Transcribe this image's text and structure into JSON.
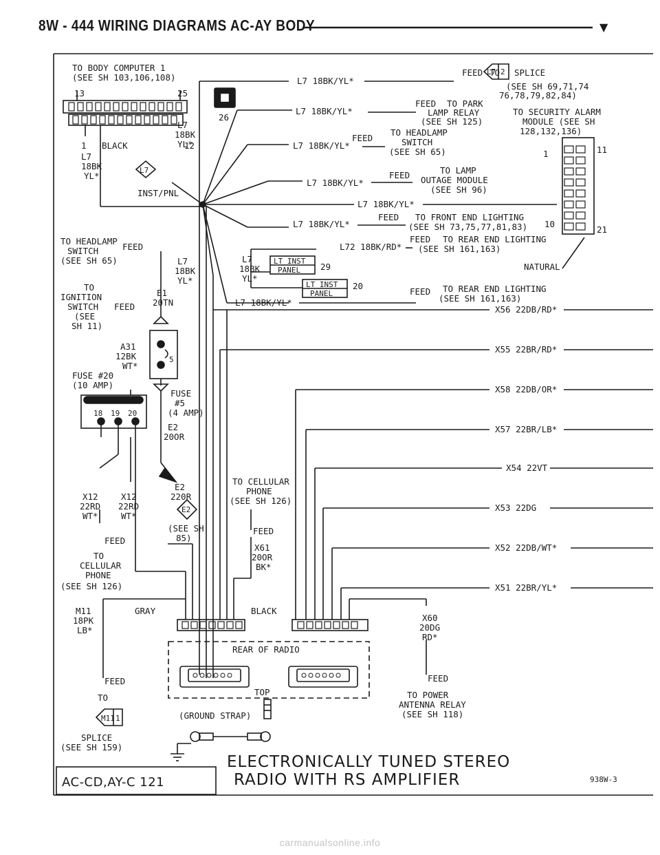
{
  "header": {
    "title": "8W - 444  WIRING DIAGRAMS AC-AY BODY",
    "arrow_glyph": "▼"
  },
  "left": {
    "body_computer": [
      "TO BODY COMPUTER 1",
      "(SEE SH 103,106,108)"
    ],
    "pin13": "13",
    "pin25": "25",
    "pin1": "1",
    "pin12": "12",
    "black": "BLACK",
    "wire_l7": [
      "L7",
      "18BK",
      "YL*"
    ],
    "inst_pnl": "INST/PNL",
    "headlamp_switch": [
      "TO HEADLAMP",
      "SWITCH",
      "(SEE SH 65)"
    ],
    "ignition_switch": [
      "TO",
      "IGNITION",
      "SWITCH",
      "(SEE",
      "SH 11)"
    ],
    "feed": "FEED",
    "e1": [
      "E1",
      "20TN"
    ],
    "a31": [
      "A31",
      "12BK",
      "WT*"
    ],
    "fuse20": [
      "FUSE #20",
      "(10 AMP)"
    ],
    "fuse_pins": [
      "18",
      "19",
      "20"
    ],
    "fuse5": [
      "FUSE",
      "#5",
      "(4 AMP)"
    ],
    "e2": [
      "E2",
      "20OR"
    ],
    "e2_220r": [
      "E2",
      "220R"
    ],
    "x12a": [
      "X12",
      "22RD",
      "WT*"
    ],
    "x12b": [
      "X12",
      "22RD",
      "WT*"
    ],
    "see_sh_85": [
      "(SEE SH",
      "85)"
    ],
    "to_cellular": [
      "TO",
      "CELLULAR",
      "PHONE",
      "(SEE SH 126)"
    ],
    "m11": [
      "M11",
      "18PK",
      "LB*"
    ],
    "gray": "GRAY",
    "to": "TO",
    "splice_m11": "M11",
    "splice_m11_num": "1",
    "splice": [
      "SPLICE",
      "(SEE SH 159)"
    ],
    "code": "AC-CD,AY-C 121"
  },
  "center": {
    "wire_26": "26",
    "l7_col": [
      "L7",
      "18BK",
      "YL*"
    ],
    "l7_col2": [
      "L7",
      "18BK",
      "YL*"
    ],
    "l7_ltinst": [
      "L7",
      "18BK",
      "YL*"
    ],
    "lt_inst_panel_29": [
      "LT INST",
      "PANEL",
      "29"
    ],
    "lt_inst_panel_20": [
      "LT INST",
      "PANEL",
      "20"
    ],
    "cellular_center": [
      "TO CELLULAR",
      "PHONE",
      "(SEE SH 126)"
    ],
    "x61": [
      "X61",
      "20OR",
      "BK*"
    ],
    "black": "BLACK",
    "rear_of_radio": "REAR OF RADIO",
    "top": "TOP",
    "ground_strap": "(GROUND STRAP)",
    "title": [
      "ELECTRONICALLY TUNED STEREO",
      "RADIO WITH RS AMPLIFIER"
    ]
  },
  "right": {
    "feed_lines": [
      {
        "wire": "L7 18BK/YL*",
        "text": [
          "FEED",
          "TO",
          "SPLICE",
          "(SEE SH 69,71,74",
          "76,78,79,82,84)"
        ]
      },
      {
        "wire": "L7 18BK/YL*",
        "text": [
          "FEED",
          "TO PARK",
          "LAMP RELAY",
          "(SEE SH 125)"
        ]
      },
      {
        "wire": "L7 18BK/YL*",
        "text": [
          "FEED",
          "TO HEADLAMP",
          "SWITCH",
          "(SEE SH 65)"
        ]
      },
      {
        "wire": "L7 18BK/YL*",
        "text": [
          "FEED",
          "TO LAMP",
          "OUTAGE MODULE",
          "(SEE SH 96)"
        ]
      },
      {
        "wire": "L7 18BK/YL*",
        "text": []
      },
      {
        "wire": "L7 18BK/YL*",
        "text": [
          "FEED",
          "TO FRONT END LIGHTING",
          "(SEE SH 73,75,77,81,83)"
        ]
      },
      {
        "wire": "L72 18BK/RD*",
        "text": [
          "FEED",
          "TO REAR END LIGHTING",
          "(SEE SH 161,163)"
        ]
      },
      {
        "wire": "L7 18BK/YL*",
        "text": [
          "FEED",
          "TO REAR END LIGHTING",
          "(SEE SH 161,163)"
        ]
      }
    ],
    "splice_l7": "L7",
    "splice_num": "2",
    "security_alarm": [
      "TO SECURITY ALARM",
      "MODULE (SEE SH",
      "128,132,136)"
    ],
    "mod_pin1": "1",
    "mod_pin11": "11",
    "mod_pin10": "10",
    "mod_pin21": "21",
    "natural": "NATURAL",
    "wires": [
      "X56 22DB/RD*",
      "X55 22BR/RD*",
      "X58 22DB/OR*",
      "X57 22BR/LB*",
      "X54 22VT",
      "X53 22DG",
      "X52 22DB/WT*",
      "X51 22BR/YL*"
    ],
    "x60": [
      "X60",
      "20DG",
      "RD*"
    ],
    "power_antenna": [
      "TO POWER",
      "ANTENNA RELAY",
      "(SEE SH 118)"
    ],
    "figure_no": "938W-3"
  },
  "footer": "carmanualsonline.info"
}
